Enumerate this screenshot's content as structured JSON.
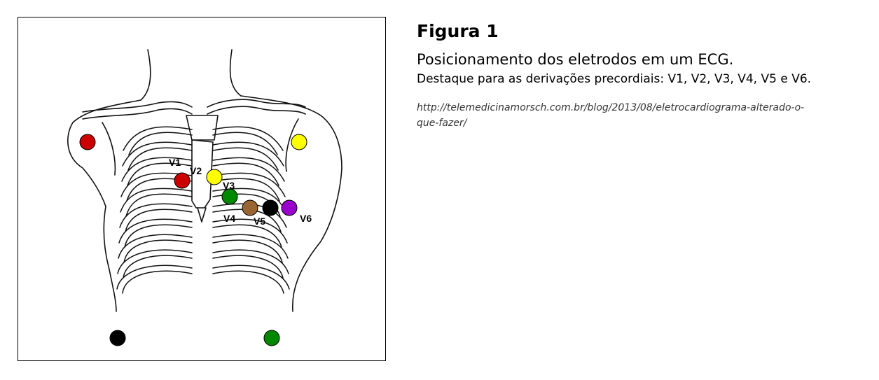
{
  "figure": {
    "leads": [
      {
        "id": "ra",
        "label": "",
        "color": "#cc0000"
      },
      {
        "id": "la",
        "label": "",
        "color": "#ffff00"
      },
      {
        "id": "v1",
        "label": "V1",
        "color": "#cc0000"
      },
      {
        "id": "v2",
        "label": "V2",
        "color": "#ffff00"
      },
      {
        "id": "v3",
        "label": "V3",
        "color": "#008800"
      },
      {
        "id": "v4",
        "label": "V4",
        "color": "#996633"
      },
      {
        "id": "v5",
        "label": "V5",
        "color": "#000000"
      },
      {
        "id": "v6",
        "label": "V6",
        "color": "#9900cc"
      },
      {
        "id": "rl",
        "label": "",
        "color": "#000000"
      },
      {
        "id": "ll",
        "label": "",
        "color": "#008800"
      }
    ]
  },
  "caption": {
    "title": "Figura 1",
    "line1": "Posicionamento dos eletrodos em um ECG.",
    "line2": "Destaque para as derivações precordiais: V1, V2, V3, V4, V5 e V6.",
    "source": "http://telemedicinamorsch.com.br/blog/2013/08/eletrocardiograma-alterado-o-que-fazer/"
  }
}
